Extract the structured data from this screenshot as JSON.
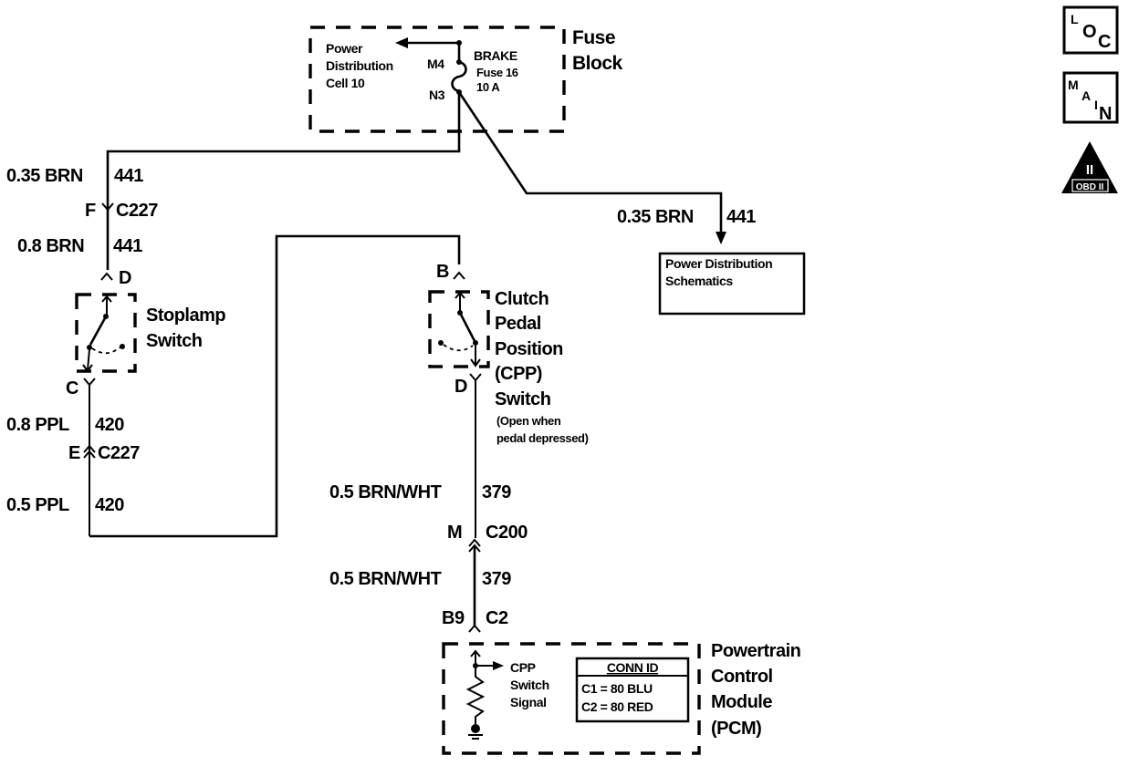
{
  "fuse_block": {
    "title_line1": "Fuse",
    "title_line2": "Block",
    "power_dist_line1": "Power",
    "power_dist_line2": "Distribution",
    "power_dist_line3": "Cell 10",
    "terminal_top": "M4",
    "terminal_bottom": "N3",
    "fuse_name": "BRAKE",
    "fuse_number": "Fuse 16",
    "fuse_rating": "10 A"
  },
  "left_circuit": {
    "wire1_gauge_color": "0.35 BRN",
    "wire1_circuit": "441",
    "conn1_pin": "F",
    "conn1_id": "C227",
    "wire2_gauge_color": "0.8 BRN",
    "wire2_circuit": "441",
    "switch_top_pin": "D",
    "switch_bottom_pin": "C",
    "switch_name_line1": "Stoplamp",
    "switch_name_line2": "Switch",
    "wire3_gauge_color": "0.8 PPL",
    "wire3_circuit": "420",
    "conn2_pin": "E",
    "conn2_id": "C227",
    "wire4_gauge_color": "0.5 PPL",
    "wire4_circuit": "420"
  },
  "right_branch": {
    "wire_gauge_color": "0.35 BRN",
    "wire_circuit": "441",
    "ref_box_line1": "Power Distribution",
    "ref_box_line2": "Schematics"
  },
  "cpp_switch": {
    "top_pin": "B",
    "bottom_pin": "D",
    "name_line1": "Clutch",
    "name_line2": "Pedal",
    "name_line3": "Position",
    "name_line4": "(CPP)",
    "name_line5": "Switch",
    "note_line1": "(Open when",
    "note_line2": "pedal depressed)"
  },
  "center_circuit": {
    "wire1_gauge_color": "0.5 BRN/WHT",
    "wire1_circuit": "379",
    "conn1_pin": "M",
    "conn1_id": "C200",
    "wire2_gauge_color": "0.5 BRN/WHT",
    "wire2_circuit": "379",
    "conn2_pin": "B9",
    "conn2_id": "C2"
  },
  "pcm": {
    "name_line1": "Powertrain",
    "name_line2": "Control",
    "name_line3": "Module",
    "name_line4": "(PCM)",
    "signal_line1": "CPP",
    "signal_line2": "Switch",
    "signal_line3": "Signal",
    "conn_id_title": "CONN ID",
    "conn_id_row1": "C1 = 80 BLU",
    "conn_id_row2": "C2 = 80 RED"
  },
  "side_icons": {
    "loc": [
      "L",
      "O",
      "C"
    ],
    "main": [
      "M",
      "A",
      "I",
      "N"
    ],
    "obd_numeral": "II",
    "obd_label": "OBD II"
  }
}
